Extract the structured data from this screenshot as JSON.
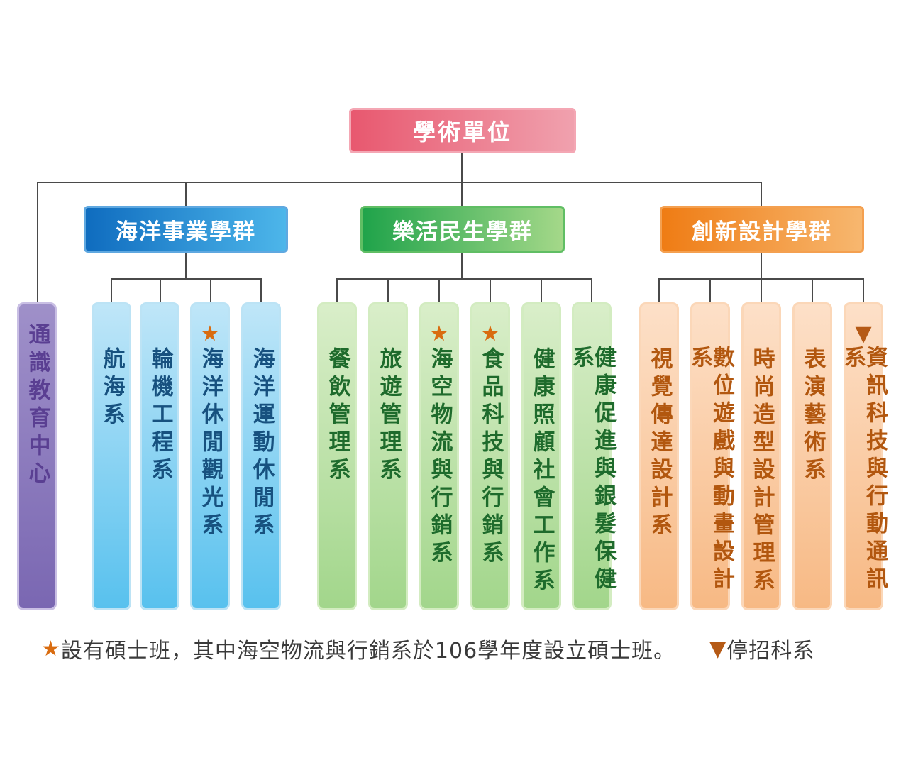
{
  "root": {
    "label": "學術單位"
  },
  "groups": [
    {
      "label": "海洋事業學群"
    },
    {
      "label": "樂活民生學群"
    },
    {
      "label": "創新設計學群"
    }
  ],
  "general_center": {
    "label": "通識教育中心"
  },
  "departments": {
    "ocean": [
      {
        "label": "航海系",
        "mark": ""
      },
      {
        "label": "輪機工程系",
        "mark": ""
      },
      {
        "label": "海洋休閒觀光系",
        "mark": "★"
      },
      {
        "label": "海洋運動休閒系",
        "mark": ""
      }
    ],
    "life": [
      {
        "label": "餐飲管理系",
        "mark": ""
      },
      {
        "label": "旅遊管理系",
        "mark": ""
      },
      {
        "label": "海空物流與行銷系",
        "mark": "★"
      },
      {
        "label": "食品科技與行銷系",
        "mark": "★"
      },
      {
        "label": "健康照顧社會工作系",
        "mark": ""
      },
      {
        "label": "健康促進與銀髮保健系",
        "mark": ""
      }
    ],
    "design": [
      {
        "label": "視覺傳達設計系",
        "mark": ""
      },
      {
        "label": "數位遊戲與動畫設計系",
        "mark": ""
      },
      {
        "label": "時尚造型設計管理系",
        "mark": ""
      },
      {
        "label": "表演藝術系",
        "mark": ""
      },
      {
        "label": "資訊科技與行動通訊系",
        "mark": "▼"
      }
    ]
  },
  "legend": {
    "star_symbol": "★",
    "star_text": "設有碩士班，其中海空物流與行銷系於106學年度設立碩士班。",
    "tri_symbol": "▼",
    "tri_text": "停招科系"
  },
  "colors": {
    "root": "#e8586f",
    "ocean": "#0f6cbf",
    "life": "#1fa34a",
    "design": "#ef7c14",
    "general": "#7a67b2",
    "star": "#d96c10"
  }
}
